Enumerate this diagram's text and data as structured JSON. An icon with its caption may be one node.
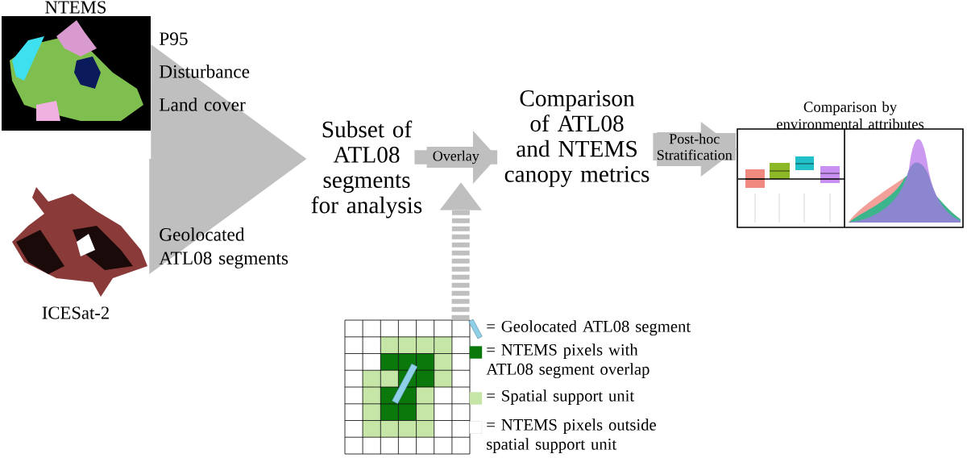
{
  "diagram": {
    "nodes": [
      {
        "text": [
          "NTEMS"
        ]
      },
      {
        "text": [
          "ICESat-2"
        ]
      },
      {
        "text": [
          "Subset of ATL08 segments for analysis"
        ]
      },
      {
        "text": [
          "Comparison of ATL08 and NTEMS canopy metrics"
        ]
      },
      {
        "text": [
          "Comparison by environmental attributes"
        ]
      },
      {
        "text": [],
        "shape": "picture"
      }
    ],
    "edges": [
      {
        "from": 0,
        "to": 2,
        "arrow": "to"
      },
      {
        "from": 1,
        "to": 2,
        "arrow": "to"
      },
      {
        "from": 2,
        "to": 3,
        "arrow": "to",
        "label": "Overlay"
      },
      {
        "from": 3,
        "to": 4,
        "arrow": "to",
        "label": "Post-hoc Stratification"
      },
      {
        "from": 5,
        "to": null,
        "arrow": "to",
        "style": "dashed"
      }
    ],
    "labels": [
      "P95",
      "Disturbance",
      "Land cover",
      "Geolocated ATL08 segments"
    ],
    "legend": [
      {
        "text": "= Geolocated ATL08 segment"
      },
      {
        "text": "= NTEMS pixels with ATL08 segment overlap",
        "color": "#0a780a"
      },
      {
        "text": "= Spatial support unit",
        "color": "#c6e6a8"
      },
      {
        "text": "= NTEMS pixels outside spatial support unit",
        "color": "#ffffff"
      }
    ]
  }
}
